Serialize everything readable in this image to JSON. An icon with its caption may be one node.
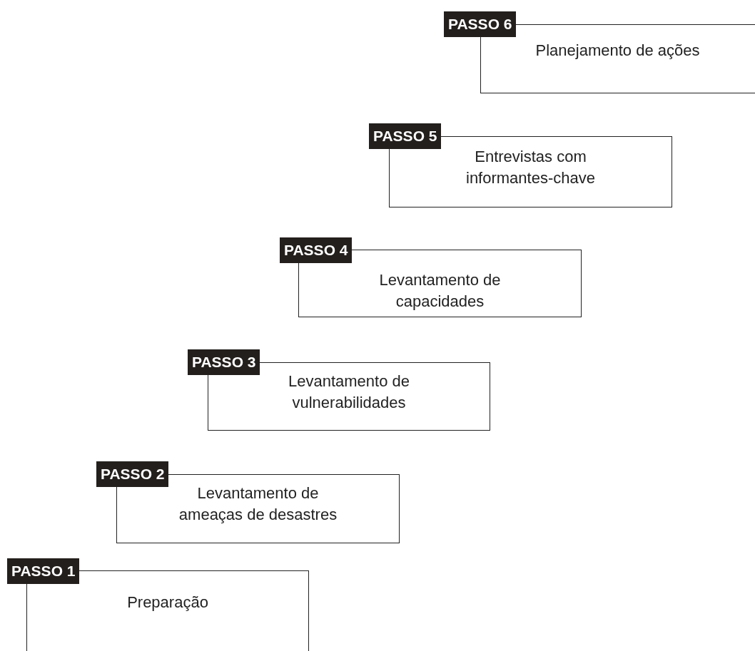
{
  "diagram": {
    "nodes": [
      {
        "text": [
          "PASSO 6",
          "Planejamento de ações"
        ]
      },
      {
        "text": [
          "PASSO 5",
          "Entrevistas com informantes-chave"
        ]
      },
      {
        "text": [
          "PASSO 4",
          "Levantamento de capacidades"
        ]
      },
      {
        "text": [
          "PASSO 3",
          "Levantamento de vulnerabilidades"
        ]
      },
      {
        "text": [
          "PASSO 2",
          "Levantamento de ameaças de desastres"
        ]
      },
      {
        "text": [
          "PASSO 1",
          "Preparação"
        ]
      }
    ]
  }
}
